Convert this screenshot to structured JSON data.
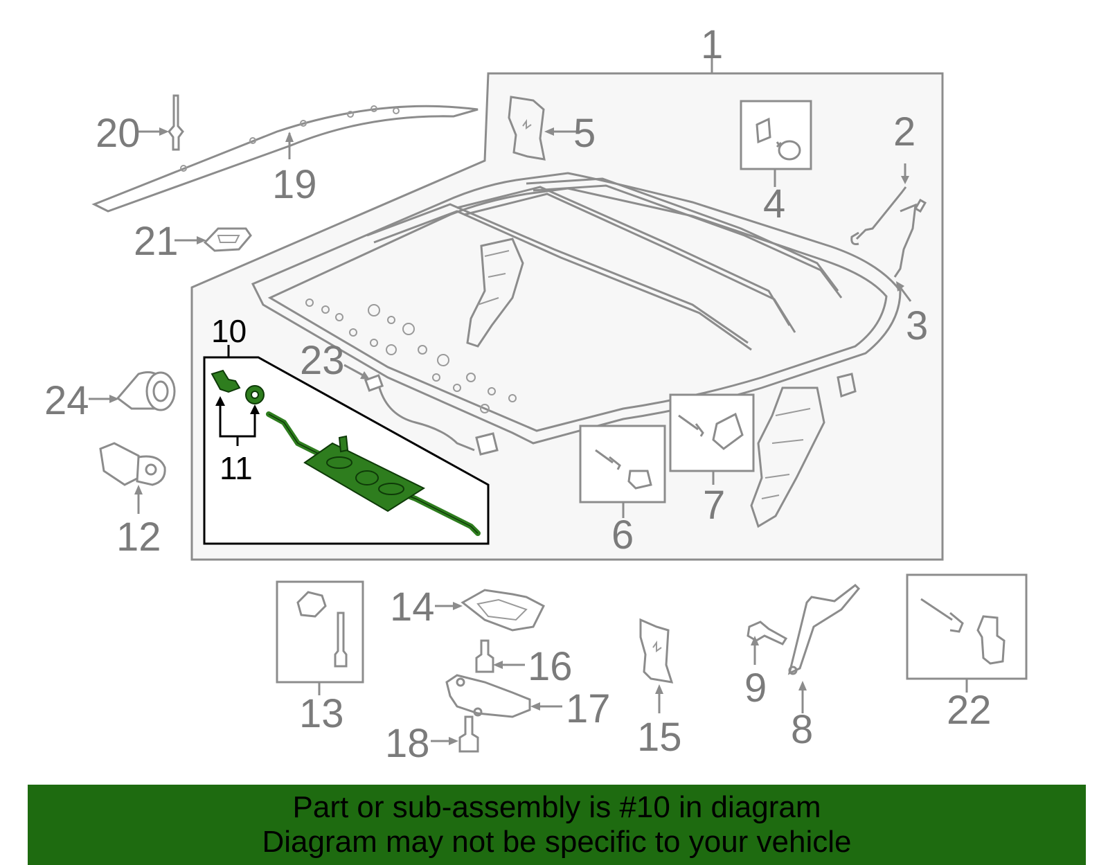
{
  "callouts": {
    "c1": "1",
    "c2": "2",
    "c3": "3",
    "c4": "4",
    "c5": "5",
    "c6": "6",
    "c7": "7",
    "c8": "8",
    "c9": "9",
    "c10": "10",
    "c11": "11",
    "c12": "12",
    "c13": "13",
    "c14": "14",
    "c15": "15",
    "c16": "16",
    "c17": "17",
    "c18": "18",
    "c19": "19",
    "c20": "20",
    "c21": "21",
    "c22": "22",
    "c23": "23",
    "c24": "24"
  },
  "highlighted_part": "10",
  "colors": {
    "highlight": "#2e7d1e",
    "banner": "#1e6b10",
    "panel": "#f7f7f7",
    "lines": "#8c8c8c"
  },
  "banner": {
    "line1": "Part or sub-assembly is #10 in diagram",
    "line2": "Diagram may not be specific to your vehicle"
  }
}
